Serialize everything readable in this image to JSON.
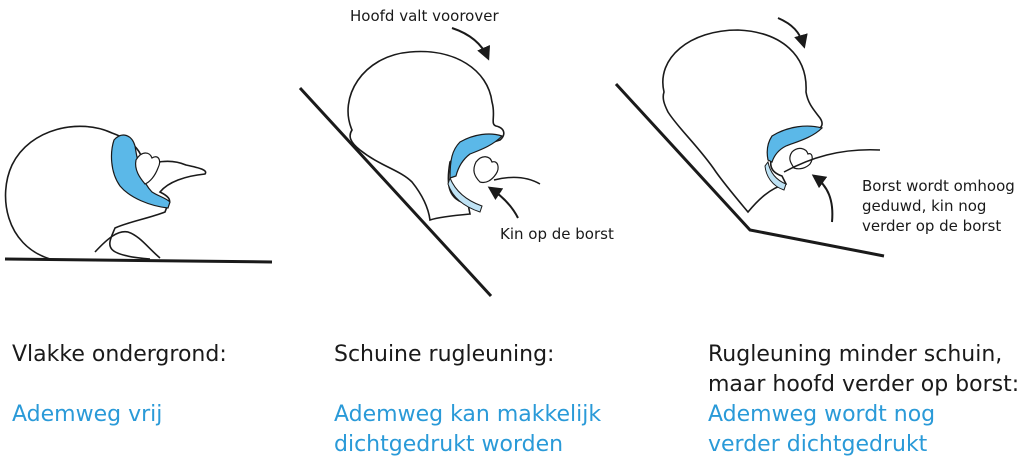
{
  "colors": {
    "ink": "#1a1a1a",
    "airway": "#5bb8e8",
    "blue_text": "#2a9ad8"
  },
  "panels": [
    {
      "title": "Vlakke ondergrond:",
      "status_lines": [
        "Ademweg vrij"
      ]
    },
    {
      "title": "Schuine rugleuning:",
      "status_lines": [
        "Ademweg kan makkelijk",
        "dichtgedrukt worden"
      ],
      "annotations": {
        "head": "Hoofd valt voorover",
        "chin": "Kin op de borst"
      }
    },
    {
      "title_lines": [
        "Rugleuning minder schuin,",
        "maar hoofd verder op borst:"
      ],
      "status_lines": [
        "Ademweg wordt nog",
        "verder dichtgedrukt"
      ],
      "annotations": {
        "chest": [
          "Borst wordt omhoog",
          "geduwd, kin nog",
          "verder op de borst"
        ]
      }
    }
  ]
}
